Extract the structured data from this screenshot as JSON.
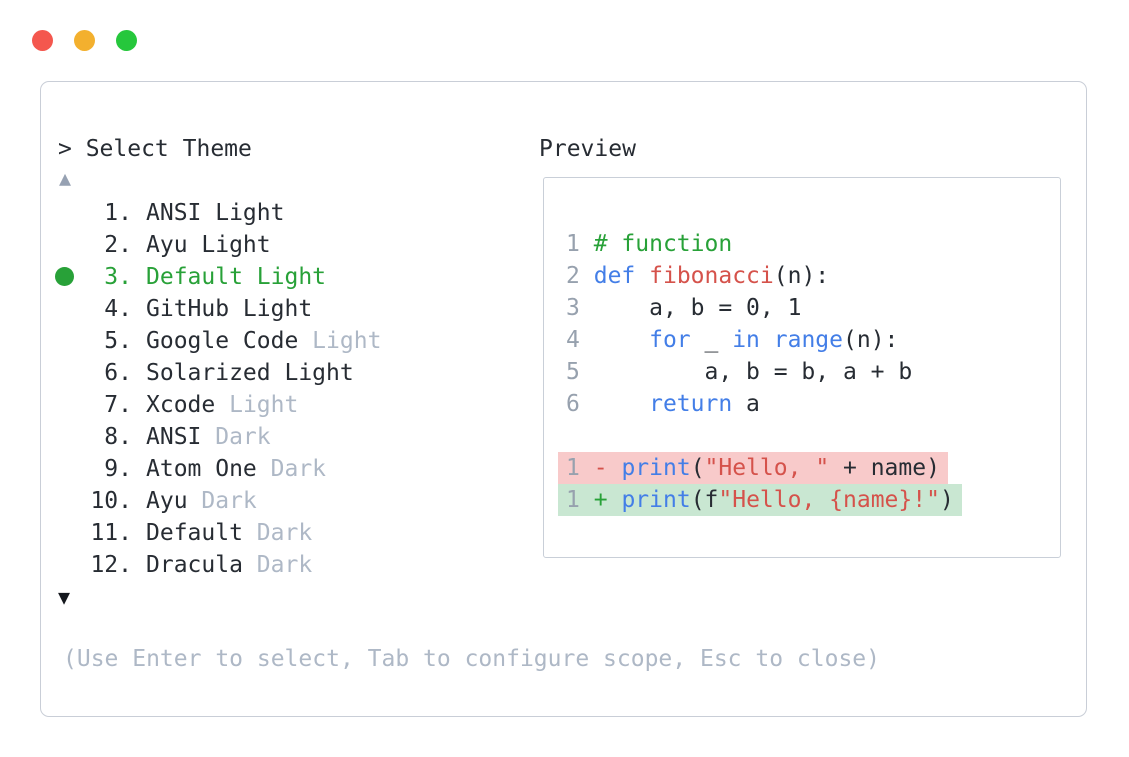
{
  "window": {
    "controls": [
      {
        "name": "close",
        "color": "#f4574e"
      },
      {
        "name": "minimize",
        "color": "#f3b02e"
      },
      {
        "name": "zoom",
        "color": "#26c73c"
      }
    ]
  },
  "colors": {
    "text": "#272c33",
    "muted": "#aeb8c6",
    "gutter": "#97a1ae",
    "green": "#28a138",
    "blue": "#437ee7",
    "red": "#d5524b",
    "arrow_up": "#96a1b2",
    "arrow_down": "#15181e",
    "panel_border": "#c9ced7",
    "preview_border": "#c9cfd8",
    "diff_removed_bg": "#f8caca",
    "diff_added_bg": "#c9e7d2"
  },
  "theme_picker": {
    "prompt": "> Select Theme",
    "scroll_up_icon": "▲",
    "scroll_down_icon": "▼",
    "hint": "(Use Enter to select, Tab to configure scope, Esc to close)",
    "items": [
      {
        "number": "1.",
        "label": "ANSI Light",
        "muted_suffix": "",
        "selected": false
      },
      {
        "number": "2.",
        "label": "Ayu Light",
        "muted_suffix": "",
        "selected": false
      },
      {
        "number": "3.",
        "label": "Default Light",
        "muted_suffix": "",
        "selected": true
      },
      {
        "number": "4.",
        "label": "GitHub Light",
        "muted_suffix": "",
        "selected": false
      },
      {
        "number": "5.",
        "label": "Google Code",
        "muted_suffix": "Light",
        "selected": false
      },
      {
        "number": "6.",
        "label": "Solarized Light",
        "muted_suffix": "",
        "selected": false
      },
      {
        "number": "7.",
        "label": "Xcode",
        "muted_suffix": "Light",
        "selected": false
      },
      {
        "number": "8.",
        "label": "ANSI",
        "muted_suffix": "Dark",
        "selected": false
      },
      {
        "number": "9.",
        "label": "Atom One",
        "muted_suffix": "Dark",
        "selected": false
      },
      {
        "number": "10.",
        "label": "Ayu",
        "muted_suffix": "Dark",
        "selected": false
      },
      {
        "number": "11.",
        "label": "Default",
        "muted_suffix": "Dark",
        "selected": false
      },
      {
        "number": "12.",
        "label": "Dracula",
        "muted_suffix": "Dark",
        "selected": false
      }
    ]
  },
  "preview": {
    "label": "Preview",
    "code_lines": [
      {
        "num": "1",
        "diff": "",
        "tokens": [
          [
            "plain",
            " "
          ],
          [
            "comment",
            "# function"
          ]
        ]
      },
      {
        "num": "2",
        "diff": "",
        "tokens": [
          [
            "plain",
            " "
          ],
          [
            "kw",
            "def"
          ],
          [
            "plain",
            " "
          ],
          [
            "fn",
            "fibonacci"
          ],
          [
            "plain",
            "(n):"
          ]
        ]
      },
      {
        "num": "3",
        "diff": "",
        "tokens": [
          [
            "plain",
            "     a, b = 0, 1"
          ]
        ]
      },
      {
        "num": "4",
        "diff": "",
        "tokens": [
          [
            "plain",
            "     "
          ],
          [
            "kw",
            "for"
          ],
          [
            "plain",
            " _ "
          ],
          [
            "kw",
            "in"
          ],
          [
            "plain",
            " "
          ],
          [
            "kw",
            "range"
          ],
          [
            "plain",
            "(n):"
          ]
        ]
      },
      {
        "num": "5",
        "diff": "",
        "tokens": [
          [
            "plain",
            "         a, b = b, a + b"
          ]
        ]
      },
      {
        "num": "6",
        "diff": "",
        "tokens": [
          [
            "plain",
            "     "
          ],
          [
            "kw",
            "return"
          ],
          [
            "plain",
            " a"
          ]
        ]
      },
      {
        "num": "",
        "diff": "",
        "tokens": []
      },
      {
        "num": "1",
        "diff": "removed",
        "tokens": [
          [
            "plain",
            " "
          ],
          [
            "minus",
            "-"
          ],
          [
            "plain",
            " "
          ],
          [
            "kw",
            "print"
          ],
          [
            "plain",
            "("
          ],
          [
            "str",
            "\"Hello, \""
          ],
          [
            "plain",
            " + name)"
          ]
        ]
      },
      {
        "num": "1",
        "diff": "added",
        "tokens": [
          [
            "plain",
            " "
          ],
          [
            "plus",
            "+"
          ],
          [
            "plain",
            " "
          ],
          [
            "kw",
            "print"
          ],
          [
            "plain",
            "(f"
          ],
          [
            "str",
            "\"Hello, {name}!\""
          ],
          [
            "plain",
            ")"
          ]
        ]
      }
    ]
  }
}
